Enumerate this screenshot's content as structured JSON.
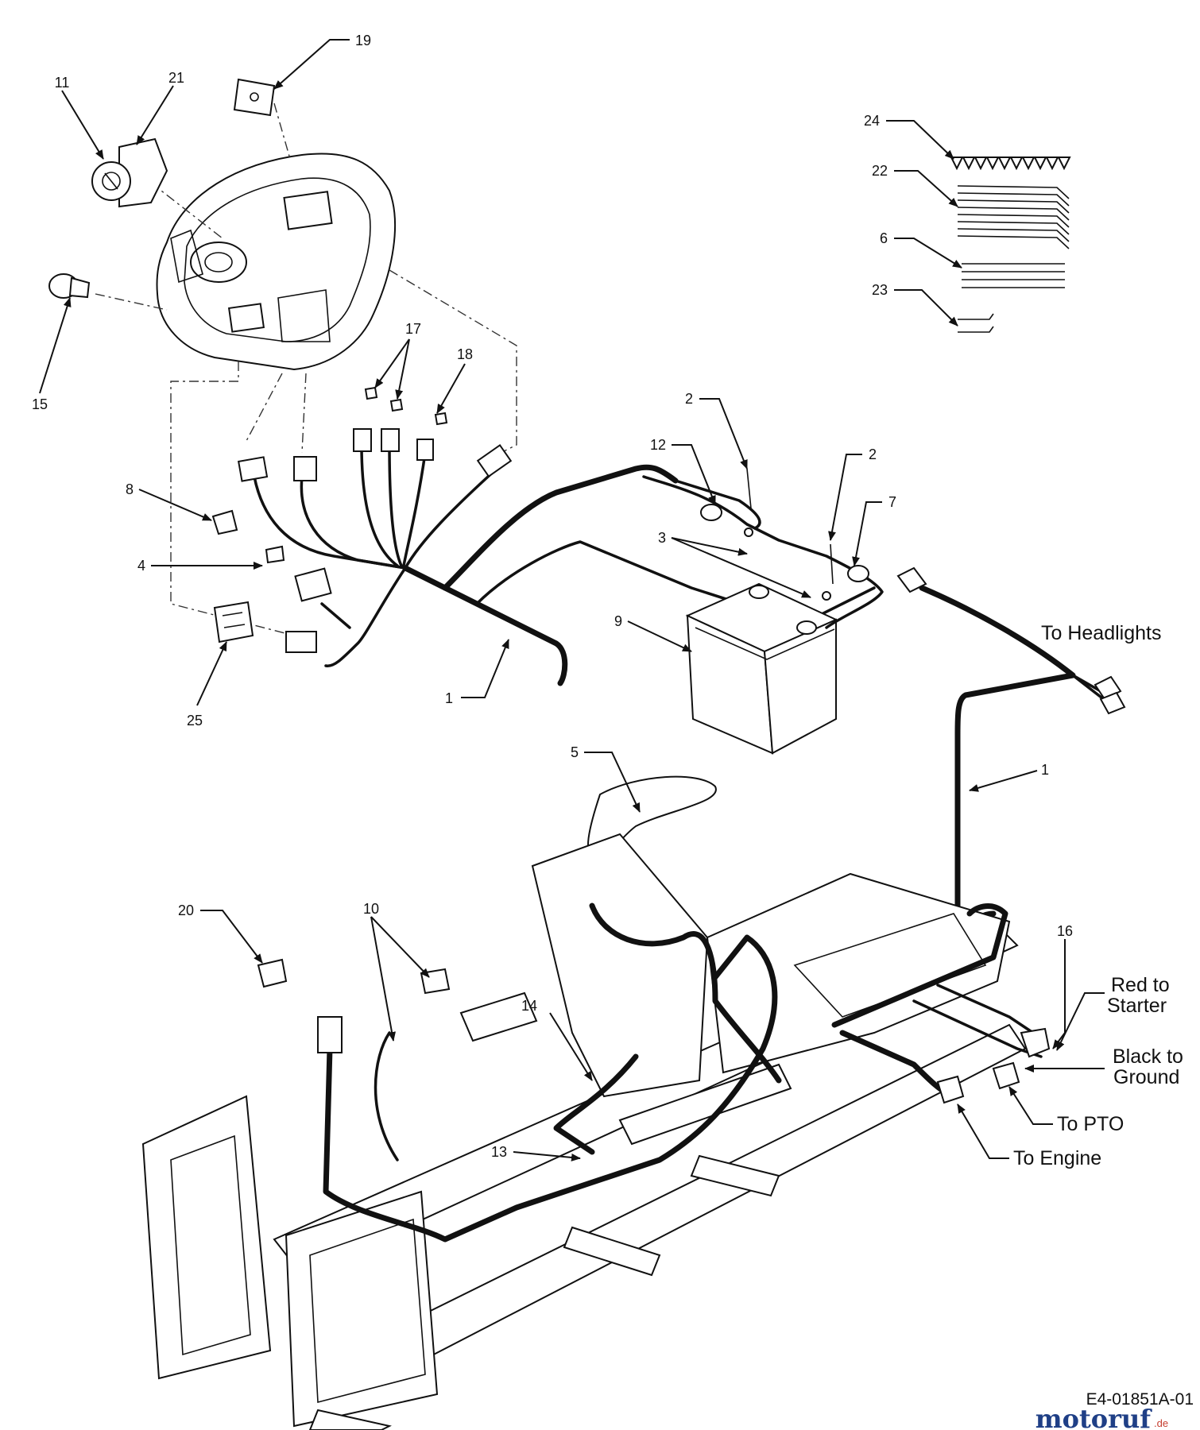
{
  "callouts": [
    "1",
    "1",
    "2",
    "2",
    "3",
    "4",
    "5",
    "6",
    "7",
    "8",
    "9",
    "10",
    "11",
    "12",
    "13",
    "14",
    "15",
    "16",
    "17",
    "18",
    "19",
    "20",
    "21",
    "22",
    "23",
    "24",
    "25"
  ],
  "labels": {
    "to_headlights": "To Headlights",
    "red_to": "Red to",
    "starter": "Starter",
    "black_to": "Black to",
    "ground": "Ground",
    "to_pto": "To PTO",
    "to_engine": "To Engine"
  },
  "drawing_code": "E4-01851A-01",
  "watermark": {
    "brand": "motoruf",
    "tld": ".de",
    "color_primary": "#1f3f86",
    "color_accent": "#c63d2f"
  }
}
